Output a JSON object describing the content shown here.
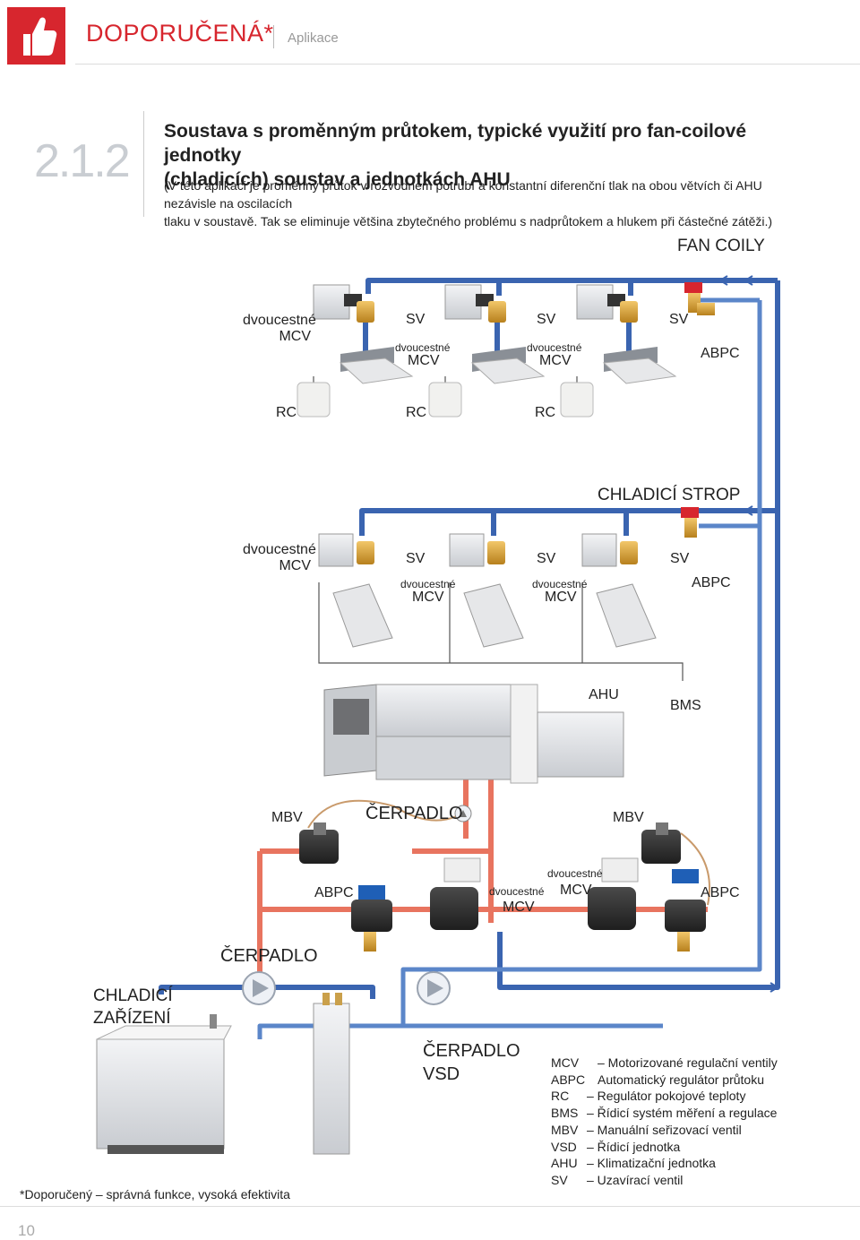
{
  "header": {
    "brand": "DOPORUČENÁ*",
    "section": "Aplikace"
  },
  "section": {
    "number": "2.1.2",
    "title_line1": "Soustava s proměnným průtokem, typické využití pro fan-coilové jednotky",
    "title_line2": "(chladicích) soustav a  jednotkách AHU",
    "desc_line1": "(V této aplikaci je proměnný průtok v rozvodném potrubí a konstantní diferenční tlak na obou větvích či AHU nezávisle na oscilacích",
    "desc_line2": "tlaku v soustavě. Tak se eliminuje většina zbytečného problému s nadprůtokem a hlukem při částečné zátěži.)"
  },
  "diagram": {
    "fan_coil_title": "FAN COILY",
    "ceiling_title": "CHLADICÍ STROP",
    "dvoucestne": "dvoucestné",
    "mcv": "MCV",
    "sv": "SV",
    "rc": "RC",
    "abpc": "ABPC",
    "ahu": "AHU",
    "bms": "BMS",
    "mbv": "MBV",
    "pump_label": "ČERPADLO",
    "chiller_line1": "CHLADICÍ",
    "chiller_line2": "ZAŘÍZENÍ",
    "vsd_line1": "ČERPADLO",
    "vsd_line2": "VSD"
  },
  "legend": [
    {
      "abbr": "MCV",
      "text": "– Motorizované regulační ventily"
    },
    {
      "abbr": "ABPC",
      "text": "Automatický regulátor průtoku"
    },
    {
      "abbr": "RC",
      "text": "– Regulátor pokojové teploty"
    },
    {
      "abbr": "BMS",
      "text": "– Řídicí systém měření a regulace"
    },
    {
      "abbr": "MBV",
      "text": "– Manuální seřizovací ventil"
    },
    {
      "abbr": "VSD",
      "text": "– Řídicí jednotka"
    },
    {
      "abbr": "AHU",
      "text": "– Klimatizační jednotka"
    },
    {
      "abbr": "SV",
      "text": "– Uzavírací ventil"
    }
  ],
  "footnote": "*Doporučený – správná funkce, vysoká efektivita",
  "page_number": "10",
  "colors": {
    "brand_red": "#d7262e",
    "supply_blue": "#3a64b0",
    "return_red": "#e8745f",
    "section_grey": "#c9cdd2"
  }
}
